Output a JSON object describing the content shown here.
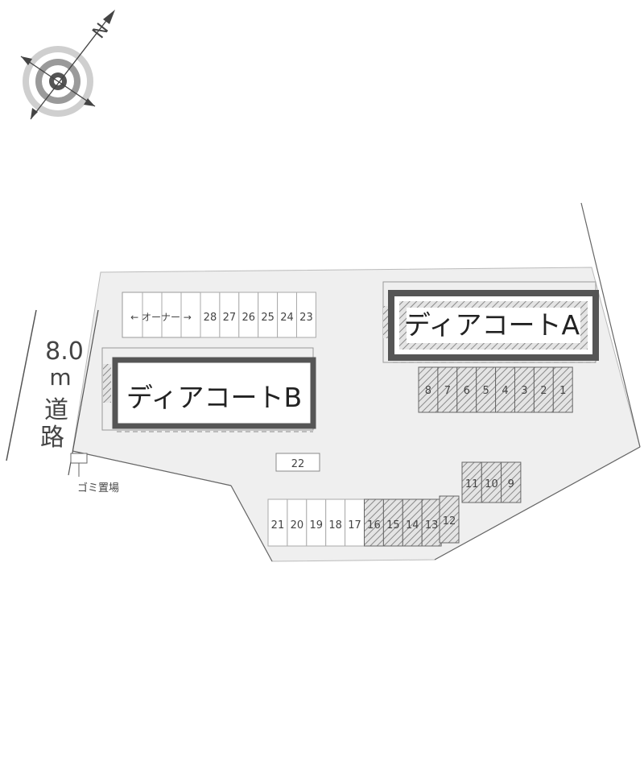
{
  "compass": {
    "north_label": "N"
  },
  "road": {
    "width_value": "8.0",
    "unit": "m",
    "name_1": "道",
    "name_2": "路"
  },
  "buildings": [
    {
      "id": "A",
      "name": "ディアコートA"
    },
    {
      "id": "B",
      "name": "ディアコートB"
    }
  ],
  "garbage_label": "ゴミ置場",
  "owner_label": "← オーナー →",
  "parking": {
    "row_top_left": [
      "28",
      "27",
      "26",
      "25",
      "24",
      "23"
    ],
    "row_right": [
      "8",
      "7",
      "6",
      "5",
      "4",
      "3",
      "2",
      "1"
    ],
    "single": "22",
    "row_small": [
      "11",
      "10",
      "9"
    ],
    "row_bottom_plain": [
      "21",
      "20",
      "19",
      "18",
      "17"
    ],
    "row_bottom_hatched": [
      "16",
      "15",
      "14",
      "13"
    ],
    "tilted": "12"
  },
  "colors": {
    "lot": "#efefef",
    "building_border": "#555555",
    "hatch": "#8a8a8a"
  }
}
